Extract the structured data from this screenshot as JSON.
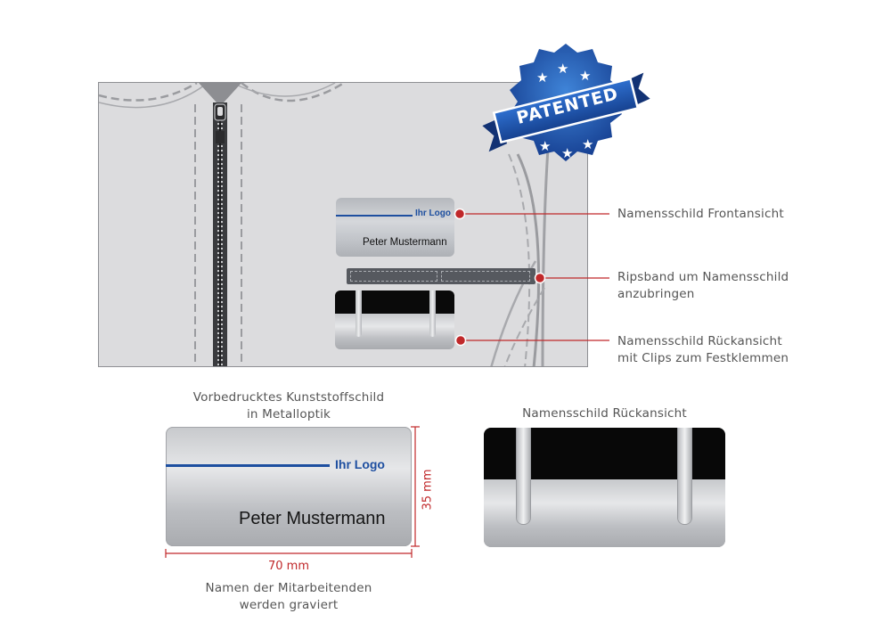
{
  "badge": {
    "text": "PATENTED"
  },
  "colors": {
    "accent_red": "#c0282a",
    "logo_blue": "#1e4fa0",
    "badge_blue": "#1b4fa8",
    "jacket_gray": "#dcdcde"
  },
  "jacket": {
    "nameplate_small": {
      "logo": "Ihr Logo",
      "name": "Peter Mustermann"
    }
  },
  "callouts": [
    {
      "lines": [
        "Namensschild Frontansicht"
      ]
    },
    {
      "lines": [
        "Ripsband um Namensschild",
        "anzubringen"
      ]
    },
    {
      "lines": [
        "Namensschild Rückansicht",
        "mit Clips zum Festklemmen"
      ]
    }
  ],
  "front_detail": {
    "caption": [
      "Vorbedrucktes Kunststoffschild",
      "in Metalloptik"
    ],
    "logo": "Ihr Logo",
    "name": "Peter Mustermann",
    "width_label": "70 mm",
    "height_label": "35 mm",
    "note": [
      "Namen der Mitarbeitenden",
      "werden graviert"
    ]
  },
  "back_detail": {
    "caption": "Namensschild Rückansicht"
  }
}
